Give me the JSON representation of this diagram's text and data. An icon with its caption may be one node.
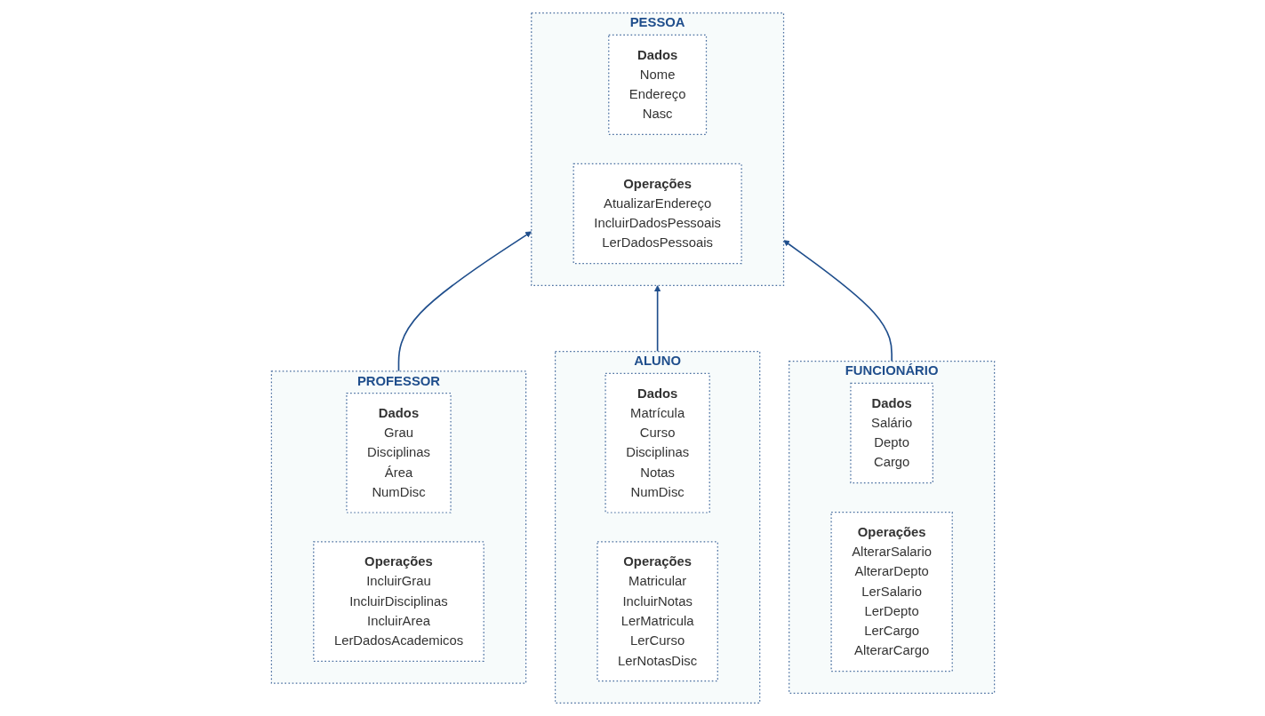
{
  "diagram": {
    "nodes": [
      {
        "text": [
          "PESSOA"
        ]
      },
      {
        "text": [
          "Dados",
          "Nome",
          "Endereço",
          "Nasc"
        ],
        "in": 0
      },
      {
        "text": [
          "Operações",
          "AtualizarEndereço",
          "IncluirDadosPessoais",
          "LerDadosPessoais"
        ],
        "in": 0
      },
      {
        "text": [
          "PROFESSOR"
        ]
      },
      {
        "text": [
          "Dados",
          "Grau",
          "Disciplinas",
          "Área",
          "NumDisc"
        ],
        "in": 3
      },
      {
        "text": [
          "Operações",
          "IncluirGrau",
          "IncluirDisciplinas",
          "IncluirArea",
          "LerDadosAcademicos"
        ],
        "in": 3
      },
      {
        "text": [
          "ALUNO"
        ]
      },
      {
        "text": [
          "Dados",
          "Matrícula",
          "Curso",
          "Disciplinas",
          "Notas",
          "NumDisc"
        ],
        "in": 6
      },
      {
        "text": [
          "Operações",
          "Matricular",
          "IncluirNotas",
          "LerMatricula",
          "LerCurso",
          "LerNotasDisc"
        ],
        "in": 6
      },
      {
        "text": [
          "FUNCIONÁRIO"
        ]
      },
      {
        "text": [
          "Dados",
          "Salário",
          "Depto",
          "Cargo"
        ],
        "in": 9
      },
      {
        "text": [
          "Operações",
          "AlterarSalario",
          "AlterarDepto",
          "LerSalario",
          "LerDepto",
          "LerCargo",
          "AlterarCargo"
        ],
        "in": 9
      }
    ],
    "edges": [
      {
        "from": 3,
        "to": 0,
        "arrow": "to"
      },
      {
        "from": 6,
        "to": 0,
        "arrow": "to"
      },
      {
        "from": 9,
        "to": 0,
        "arrow": "to"
      }
    ]
  }
}
